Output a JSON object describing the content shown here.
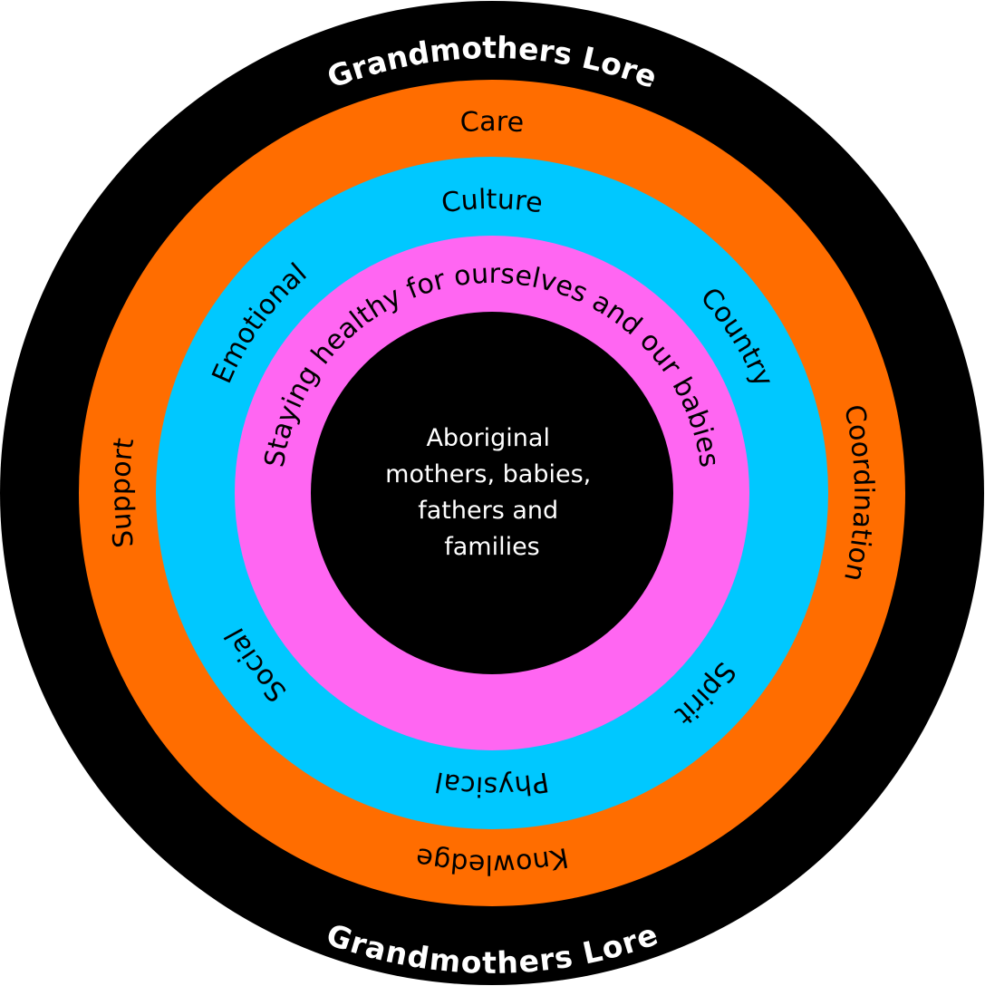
{
  "diagram": {
    "outer_ring": {
      "label_top": "Grandmothers Lore",
      "label_bottom": "Grandmothers Lore",
      "color": "#000000",
      "text_color": "#ffffff"
    },
    "orange_ring": {
      "color": "#FF6D00",
      "labels": {
        "top": "Care",
        "right": "Coordination",
        "bottom": "Knowledge",
        "left": "Support"
      }
    },
    "cyan_ring": {
      "color": "#00C8FF",
      "labels": {
        "top": "Culture",
        "upper_right": "Country",
        "lower_right": "Spirit",
        "bottom": "Physical",
        "lower_left": "Social",
        "upper_left": "Emotional"
      }
    },
    "pink_ring": {
      "color": "#FF66F2",
      "label": "Staying healthy for ourselves and our babies"
    },
    "center": {
      "color": "#000000",
      "lines": [
        "Aboriginal",
        "mothers, babies,",
        "fathers and",
        "families"
      ]
    }
  }
}
